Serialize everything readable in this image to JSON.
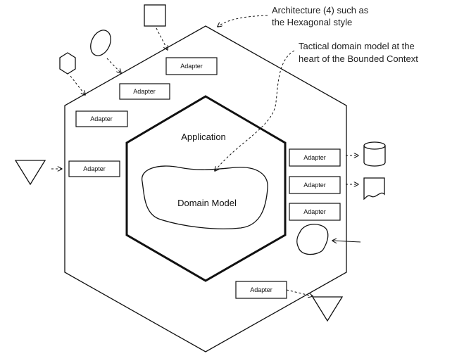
{
  "diagram": {
    "annotations": {
      "architecture_line1": "Architecture (4) such as",
      "architecture_line2": "the Hexagonal style",
      "domain_line1": "Tactical domain model at the",
      "domain_line2": "heart of the Bounded Context"
    },
    "core": {
      "application_label": "Application",
      "domain_model_label": "Domain Model"
    },
    "adapters": {
      "top_1": "Adapter",
      "top_2": "Adapter",
      "left_1": "Adapter",
      "left_2": "Adapter",
      "right_1": "Adapter",
      "right_2": "Adapter",
      "right_3": "Adapter",
      "bottom_1": "Adapter"
    }
  }
}
